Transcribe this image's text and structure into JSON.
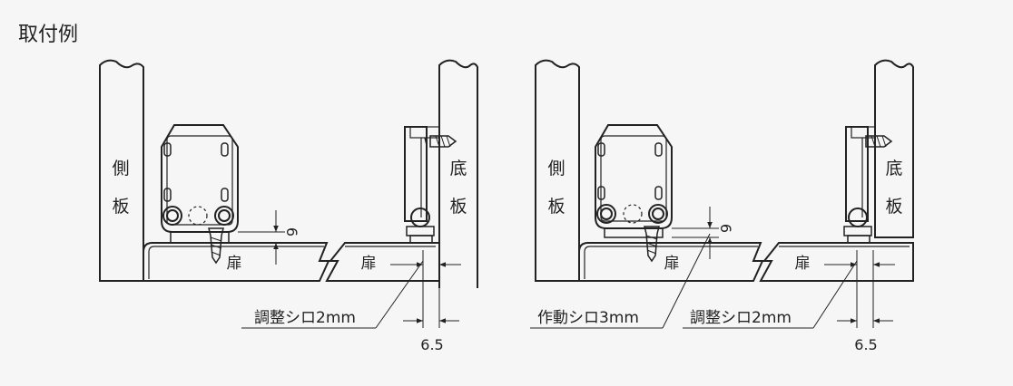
{
  "title": "取付例",
  "labels": {
    "side_panel_1": "側",
    "side_panel_2": "板",
    "bottom_panel_1": "底",
    "bottom_panel_2": "板",
    "door": "扉",
    "dim_6": "6",
    "dim_6_5": "6.5",
    "adjust_margin": "調整シロ2mm",
    "operating_margin": "作動シロ3mm"
  }
}
